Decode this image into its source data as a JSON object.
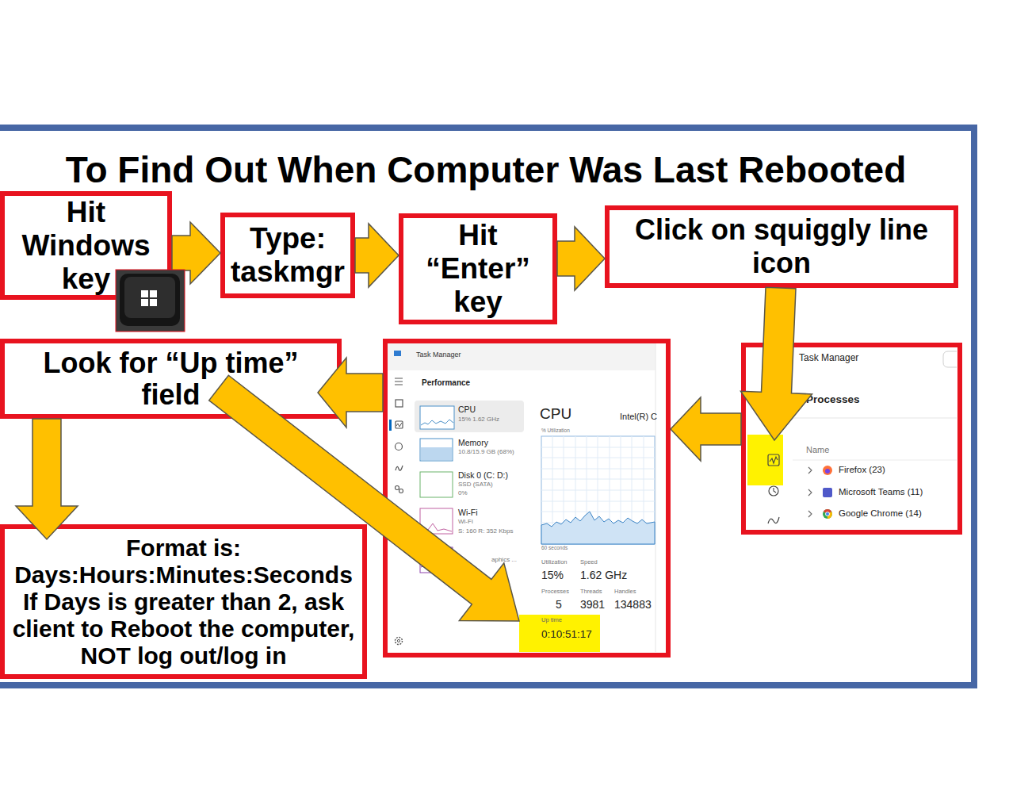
{
  "diagram": {
    "title": "To Find Out When Computer Was Last Rebooted",
    "nodes": [
      {
        "text": [
          "Hit Windows key"
        ]
      },
      {
        "text": [
          "Type: taskmgr"
        ]
      },
      {
        "text": [
          "Hit “Enter” key"
        ]
      },
      {
        "text": [
          "Click on squiggly line icon"
        ]
      },
      {
        "text": [
          "Look for “Up time” field"
        ]
      },
      {
        "text": [
          "Task Manager",
          "Performance",
          "CPU",
          "15% 1.62 GHz",
          "Memory",
          "10.8/15.9 GB (68%)",
          "Disk 0 (C: D:)",
          "SSD (SATA)",
          "0%",
          "Wi-Fi",
          "Wi-Fi",
          "S: 160 R: 352 Kbps",
          "aphics ...",
          "CPU",
          "Intel(R) C",
          "% Utilization",
          "60 seconds",
          "Utilization",
          "Speed",
          "15%",
          "1.62 GHz",
          "Processes",
          "Threads",
          "Handles",
          "5",
          "3981",
          "134883"
        ]
      },
      {
        "text": [
          "Up time",
          "0:10:51:17"
        ],
        "in": 5
      },
      {
        "text": [
          "Task Manager",
          "Processes",
          "Name",
          "Firefox (23)",
          "Microsoft Teams (11)",
          "Google Chrome (14)"
        ]
      },
      {
        "text": [
          "Format is:",
          "Days:Hours:Minutes:Seconds",
          "If Days is greater than 2, ask client to Reboot the computer, NOT log out/log in"
        ]
      }
    ],
    "edges": [
      {
        "from": 0,
        "to": 1,
        "arrow": "to"
      },
      {
        "from": 1,
        "to": 2,
        "arrow": "to"
      },
      {
        "from": 2,
        "to": 3,
        "arrow": "to"
      },
      {
        "from": 3,
        "to": 7,
        "arrow": "to"
      },
      {
        "from": 7,
        "to": 5,
        "arrow": "to"
      },
      {
        "from": 5,
        "to": 4,
        "arrow": "to"
      },
      {
        "from": 4,
        "to": 8,
        "arrow": "to"
      },
      {
        "from": 4,
        "to": 6,
        "arrow": "to"
      }
    ]
  }
}
